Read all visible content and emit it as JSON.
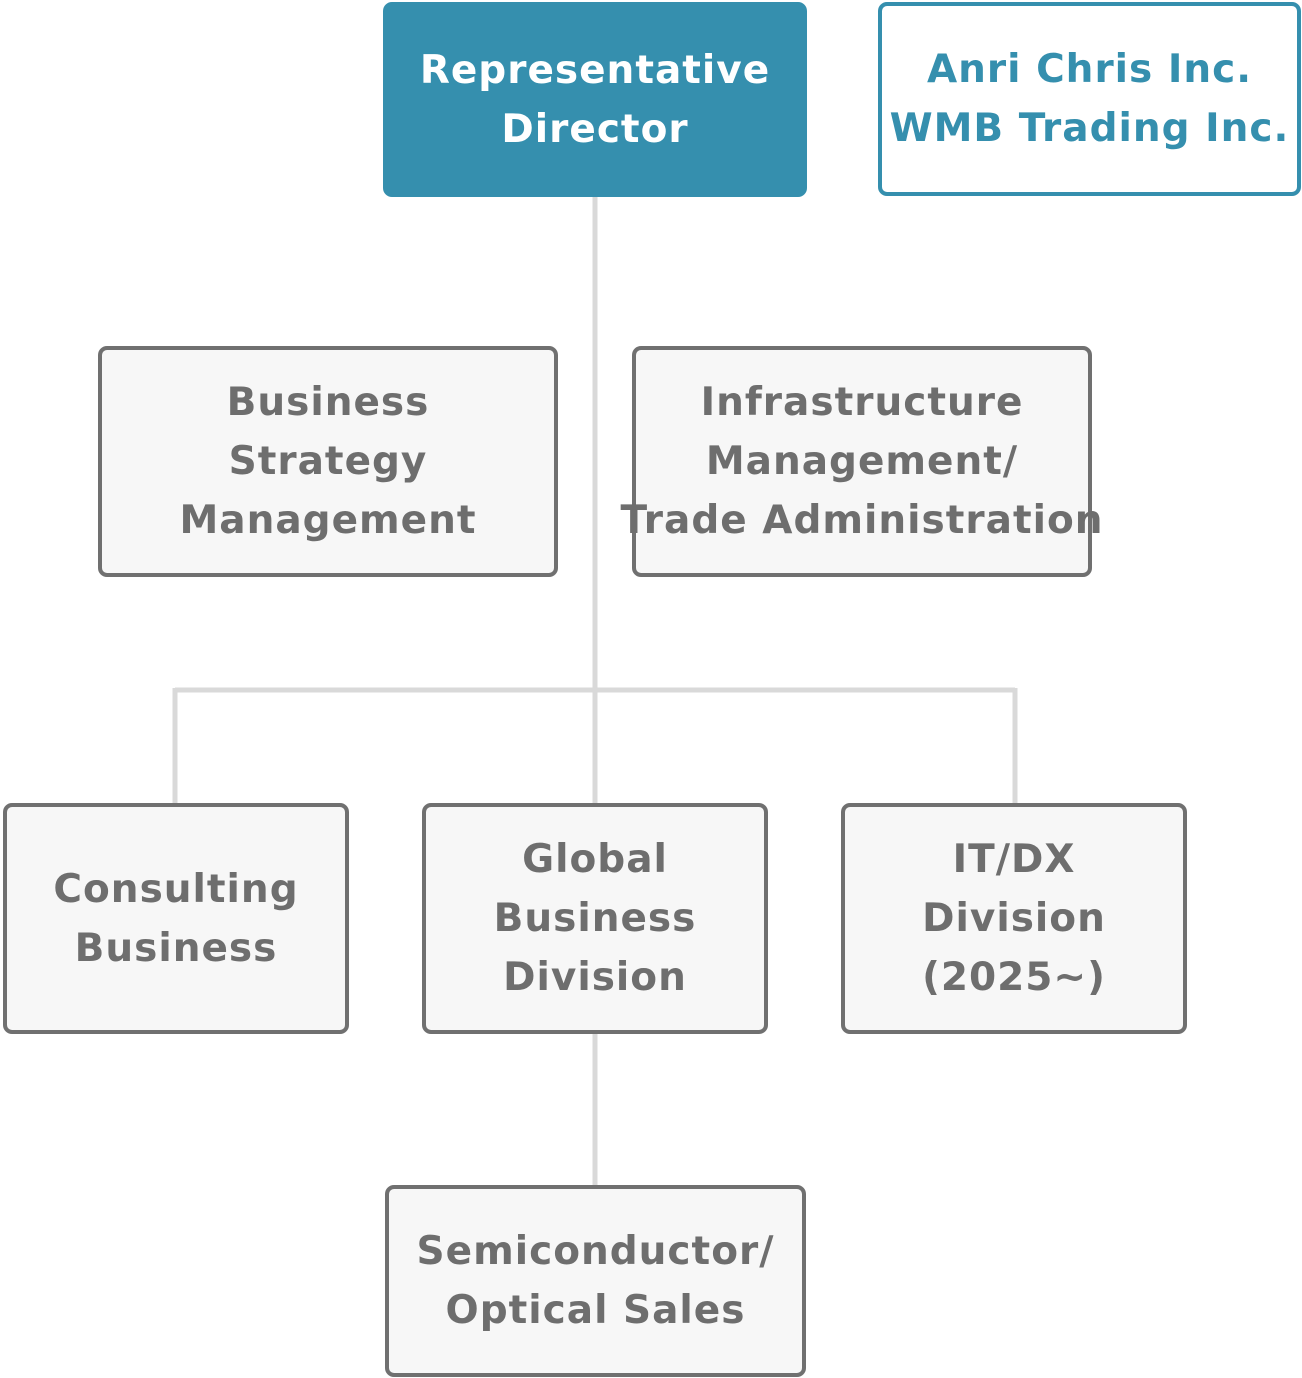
{
  "colors": {
    "primary": "#358fae",
    "node_border": "#707070",
    "node_fill": "#f7f7f7",
    "node_text": "#6e6e6e",
    "connector": "#d9d9d9"
  },
  "nodes": {
    "representative_director": {
      "lines": [
        "Representative",
        "Director"
      ]
    },
    "affiliates": {
      "lines": [
        "Anri Chris Inc.",
        "WMB Trading Inc."
      ]
    },
    "business_strategy": {
      "lines": [
        "Business",
        "Strategy",
        "Management"
      ]
    },
    "infrastructure": {
      "lines": [
        "Infrastructure",
        "Management/",
        "Trade Administration"
      ]
    },
    "consulting": {
      "lines": [
        "Consulting",
        "Business"
      ]
    },
    "global_business": {
      "lines": [
        "Global",
        "Business",
        "Division"
      ]
    },
    "it_dx": {
      "lines": [
        "IT/DX",
        "Division",
        "(2025~)"
      ]
    },
    "semiconductor": {
      "lines": [
        "Semiconductor/",
        "Optical Sales"
      ]
    }
  }
}
